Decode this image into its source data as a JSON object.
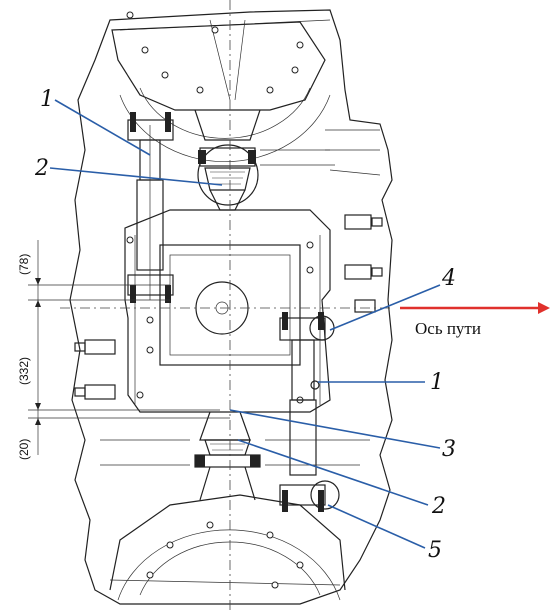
{
  "callouts": [
    {
      "id": "c1a",
      "text": "1"
    },
    {
      "id": "c2a",
      "text": "2"
    },
    {
      "id": "c4",
      "text": "4"
    },
    {
      "id": "c1b",
      "text": "1"
    },
    {
      "id": "c3",
      "text": "3"
    },
    {
      "id": "c2b",
      "text": "2"
    },
    {
      "id": "c5",
      "text": "5"
    }
  ],
  "dimensions": [
    "(78)",
    "(332)",
    "(20)"
  ],
  "axis_label": "Ось пути",
  "colors": {
    "leader": "#2a5ea8",
    "arrow": "#e0312c",
    "line": "#222222"
  }
}
